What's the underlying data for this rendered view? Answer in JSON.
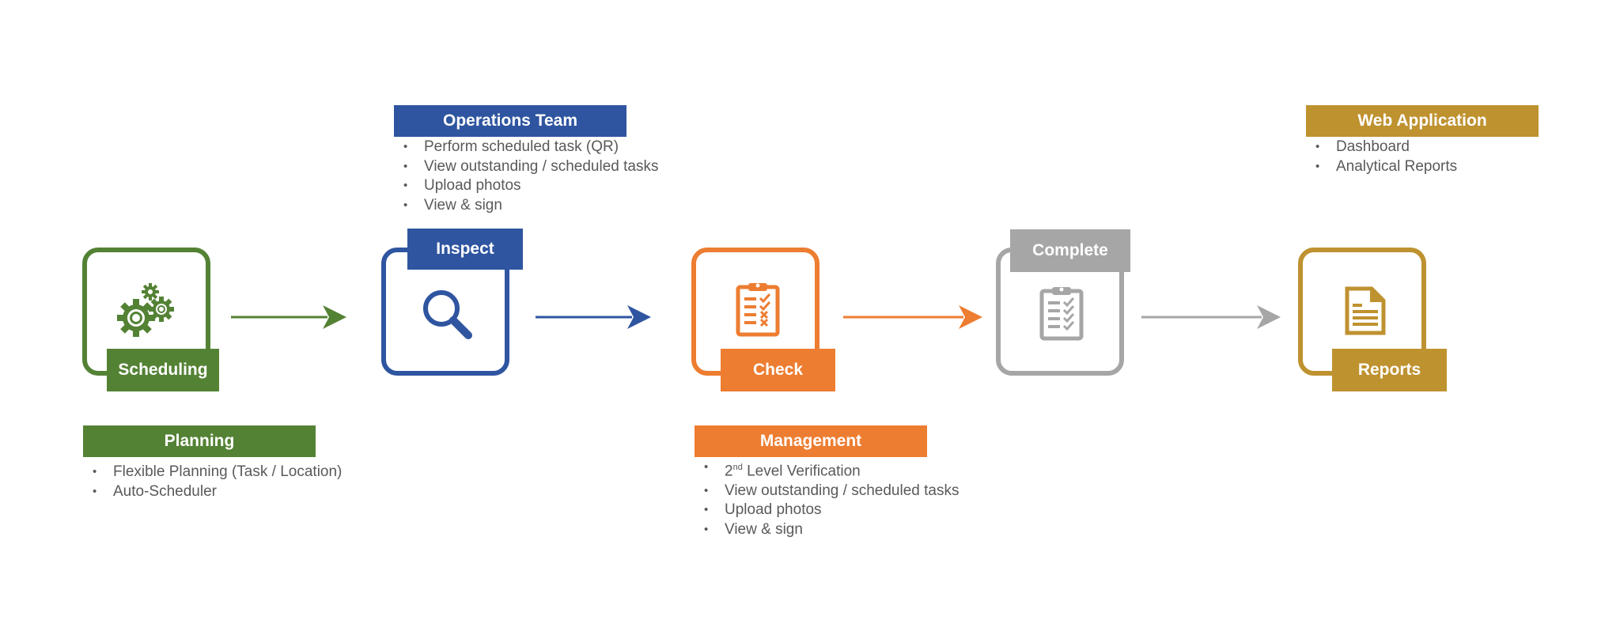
{
  "colors": {
    "green": "#548235",
    "blue": "#2f55a0",
    "orange": "#ed7d31",
    "gray": "#a6a6a6",
    "gold": "#bf9230",
    "text": "#595959"
  },
  "stages": [
    {
      "label": "Scheduling",
      "icon": "gears-icon"
    },
    {
      "label": "Inspect",
      "icon": "magnifier-icon"
    },
    {
      "label": "Check",
      "icon": "checklist-clipboard-icon"
    },
    {
      "label": "Complete",
      "icon": "all-checked-clipboard-icon"
    },
    {
      "label": "Reports",
      "icon": "document-icon"
    }
  ],
  "groups": {
    "planning": {
      "title": "Planning",
      "items": [
        "Flexible Planning (Task / Location)",
        "Auto-Scheduler"
      ]
    },
    "operations": {
      "title": "Operations Team",
      "items": [
        "Perform scheduled task (QR)",
        "View outstanding / scheduled tasks",
        "Upload photos",
        "View & sign"
      ]
    },
    "management": {
      "title": "Management",
      "items_first_prefix": "2",
      "items_first_sup": "nd",
      "items_first_rest": " Level Verification",
      "items": [
        "View outstanding / scheduled tasks",
        "Upload photos",
        "View & sign"
      ]
    },
    "webapp": {
      "title": "Web Application",
      "items": [
        "Dashboard",
        "Analytical Reports"
      ]
    }
  }
}
